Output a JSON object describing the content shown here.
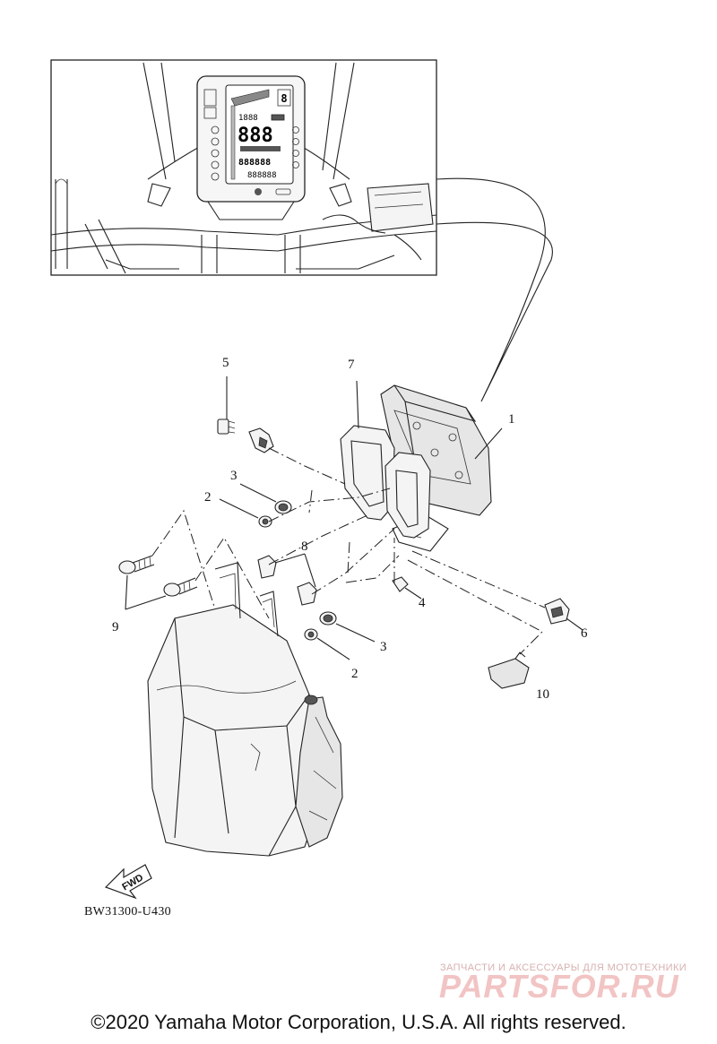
{
  "diagram": {
    "drawing_code": "BW31300-U430",
    "fwd_label": "FWD",
    "callouts": {
      "p1": "1",
      "p2a": "2",
      "p2b": "2",
      "p3a": "3",
      "p3b": "3",
      "p4": "4",
      "p5": "5",
      "p6": "6",
      "p7": "7",
      "p8": "8",
      "p9": "9",
      "p10": "10"
    },
    "meter_display": {
      "time": "1888",
      "speed": "888",
      "odometer": "888888",
      "gear": "8"
    }
  },
  "watermark": {
    "tagline": "ЗАПЧАСТИ И АКСЕССУАРЫ ДЛЯ МОТОТЕХНИКИ",
    "logo": "PARTSFOR.RU"
  },
  "footer": {
    "copyright": "©2020 Yamaha Motor Corporation, U.S.A. All rights reserved."
  }
}
